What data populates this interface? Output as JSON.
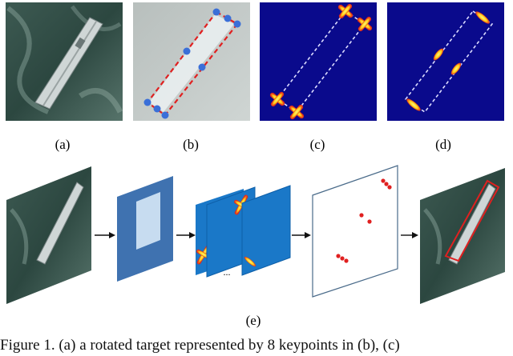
{
  "panels": {
    "a": {
      "label": "(a)"
    },
    "b": {
      "label": "(b)"
    },
    "c": {
      "label": "(c)"
    },
    "d": {
      "label": "(d)"
    },
    "e": {
      "label": "(e)"
    }
  },
  "pipeline": {
    "feature_map_ellipsis": "..."
  },
  "colors": {
    "heatmap_background": "#0a0a8c",
    "keypoint_marker": "#3a6fd8",
    "bbox_dashed": "#e02020",
    "detection_point": "#e02020",
    "feature_map_blue": "#1a78c8",
    "backbone_blue": "#3f72b0"
  },
  "caption": {
    "text": "Figure 1. (a) a rotated target represented by 8 keypoints in (b), (c)"
  }
}
